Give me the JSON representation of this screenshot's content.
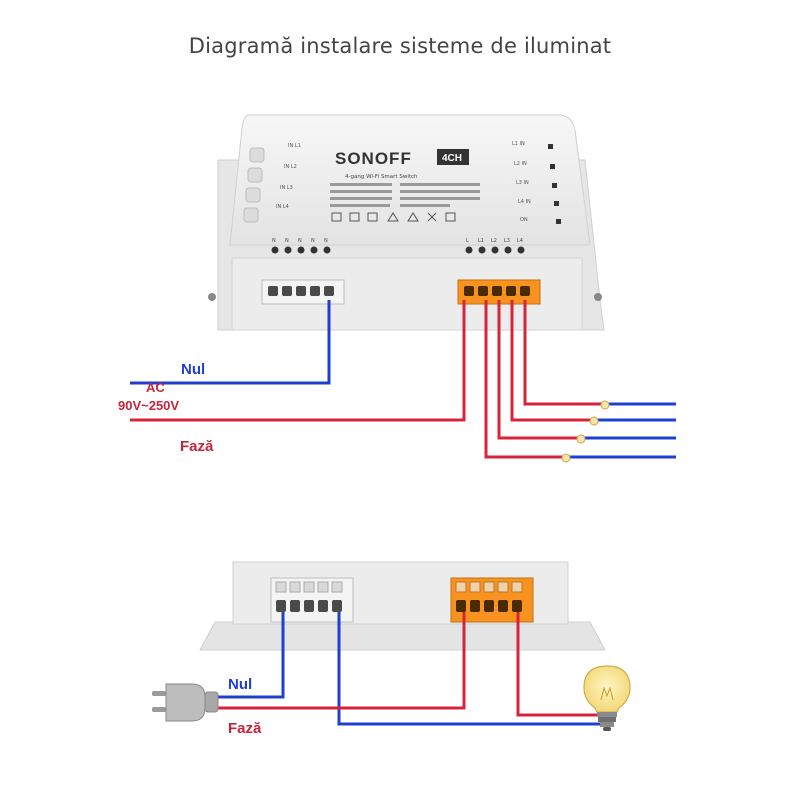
{
  "title": "Diagramă instalare sisteme de iluminat",
  "colors": {
    "neutral_wire": "#1f3fd1",
    "phase_wire": "#d8243a",
    "neutral_text": "#1f3fd1",
    "phase_text": "#c8243a",
    "terminal_orange": "#f7931e",
    "device_body": "#eeeeee"
  },
  "top_diagram": {
    "device": {
      "brand": "SONOFF",
      "badge": "4CH",
      "model_line": "4-gang Wi-Fi Smart Switch",
      "input_labels": [
        "N",
        "N",
        "N",
        "N",
        "N"
      ],
      "output_labels": [
        "L",
        "L1",
        "L2",
        "L3",
        "L4"
      ],
      "side_left": [
        "IN L1",
        "IN L2",
        "IN L3",
        "IN L4"
      ],
      "side_right": [
        "L1 IN",
        "L2 IN",
        "L3 IN",
        "L4 IN",
        "ON"
      ]
    },
    "labels": {
      "neutral": "Nul",
      "ac": "AC",
      "voltage": "90V~250V",
      "phase": "Fază"
    },
    "lamp_count": 4
  },
  "bottom_diagram": {
    "labels": {
      "neutral": "Nul",
      "phase": "Fază"
    },
    "icons": [
      "plug-icon",
      "light-bulb-icon"
    ]
  }
}
